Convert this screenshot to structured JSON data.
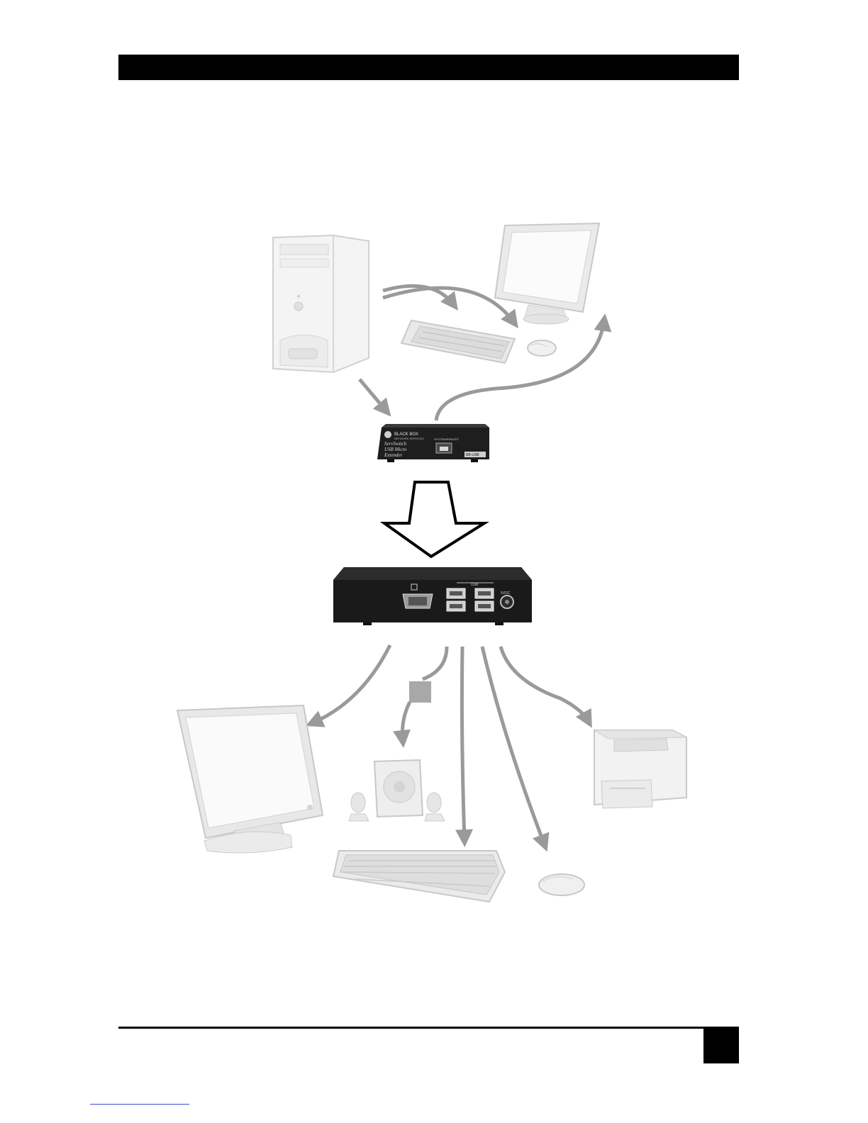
{
  "page": {
    "header_bar": "",
    "page_number": ""
  },
  "local_unit": {
    "logo_text": "BLACK BOX",
    "brand_line": "NETWORK SERVICES",
    "product_line1": "ServSwitch",
    "product_line2": "USB Micro",
    "product_line3": "Extender",
    "port_label": "SYSTEM/REMOTE",
    "badge": "BB-USB"
  },
  "remote_unit": {
    "usb_label": "USB",
    "power_label": "5VDC"
  },
  "colors": {
    "arrow": "#9a9a9a",
    "device_fill": "#f3f3f3",
    "device_stroke": "#c8c8c8",
    "unit_body": "#1c1c1c"
  }
}
